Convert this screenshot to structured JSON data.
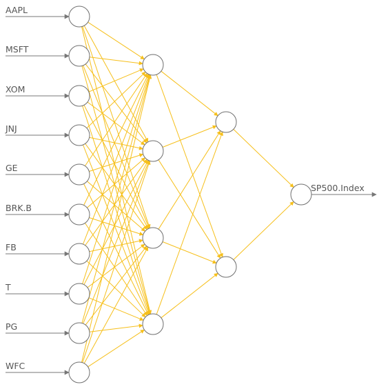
{
  "diagram": {
    "type": "neural-network",
    "layer_sizes": [
      10,
      4,
      2,
      1
    ],
    "inputs": [
      "AAPL",
      "MSFT",
      "XOM",
      "JNJ",
      "GE",
      "BRK.B",
      "FB",
      "T",
      "PG",
      "WFC"
    ],
    "output": "SP500.Index",
    "colors": {
      "edge": "#f6bf1a",
      "node_stroke": "#6e6e6e",
      "node_fill": "#ffffff",
      "arrow": "#777777",
      "text": "#555555"
    }
  }
}
